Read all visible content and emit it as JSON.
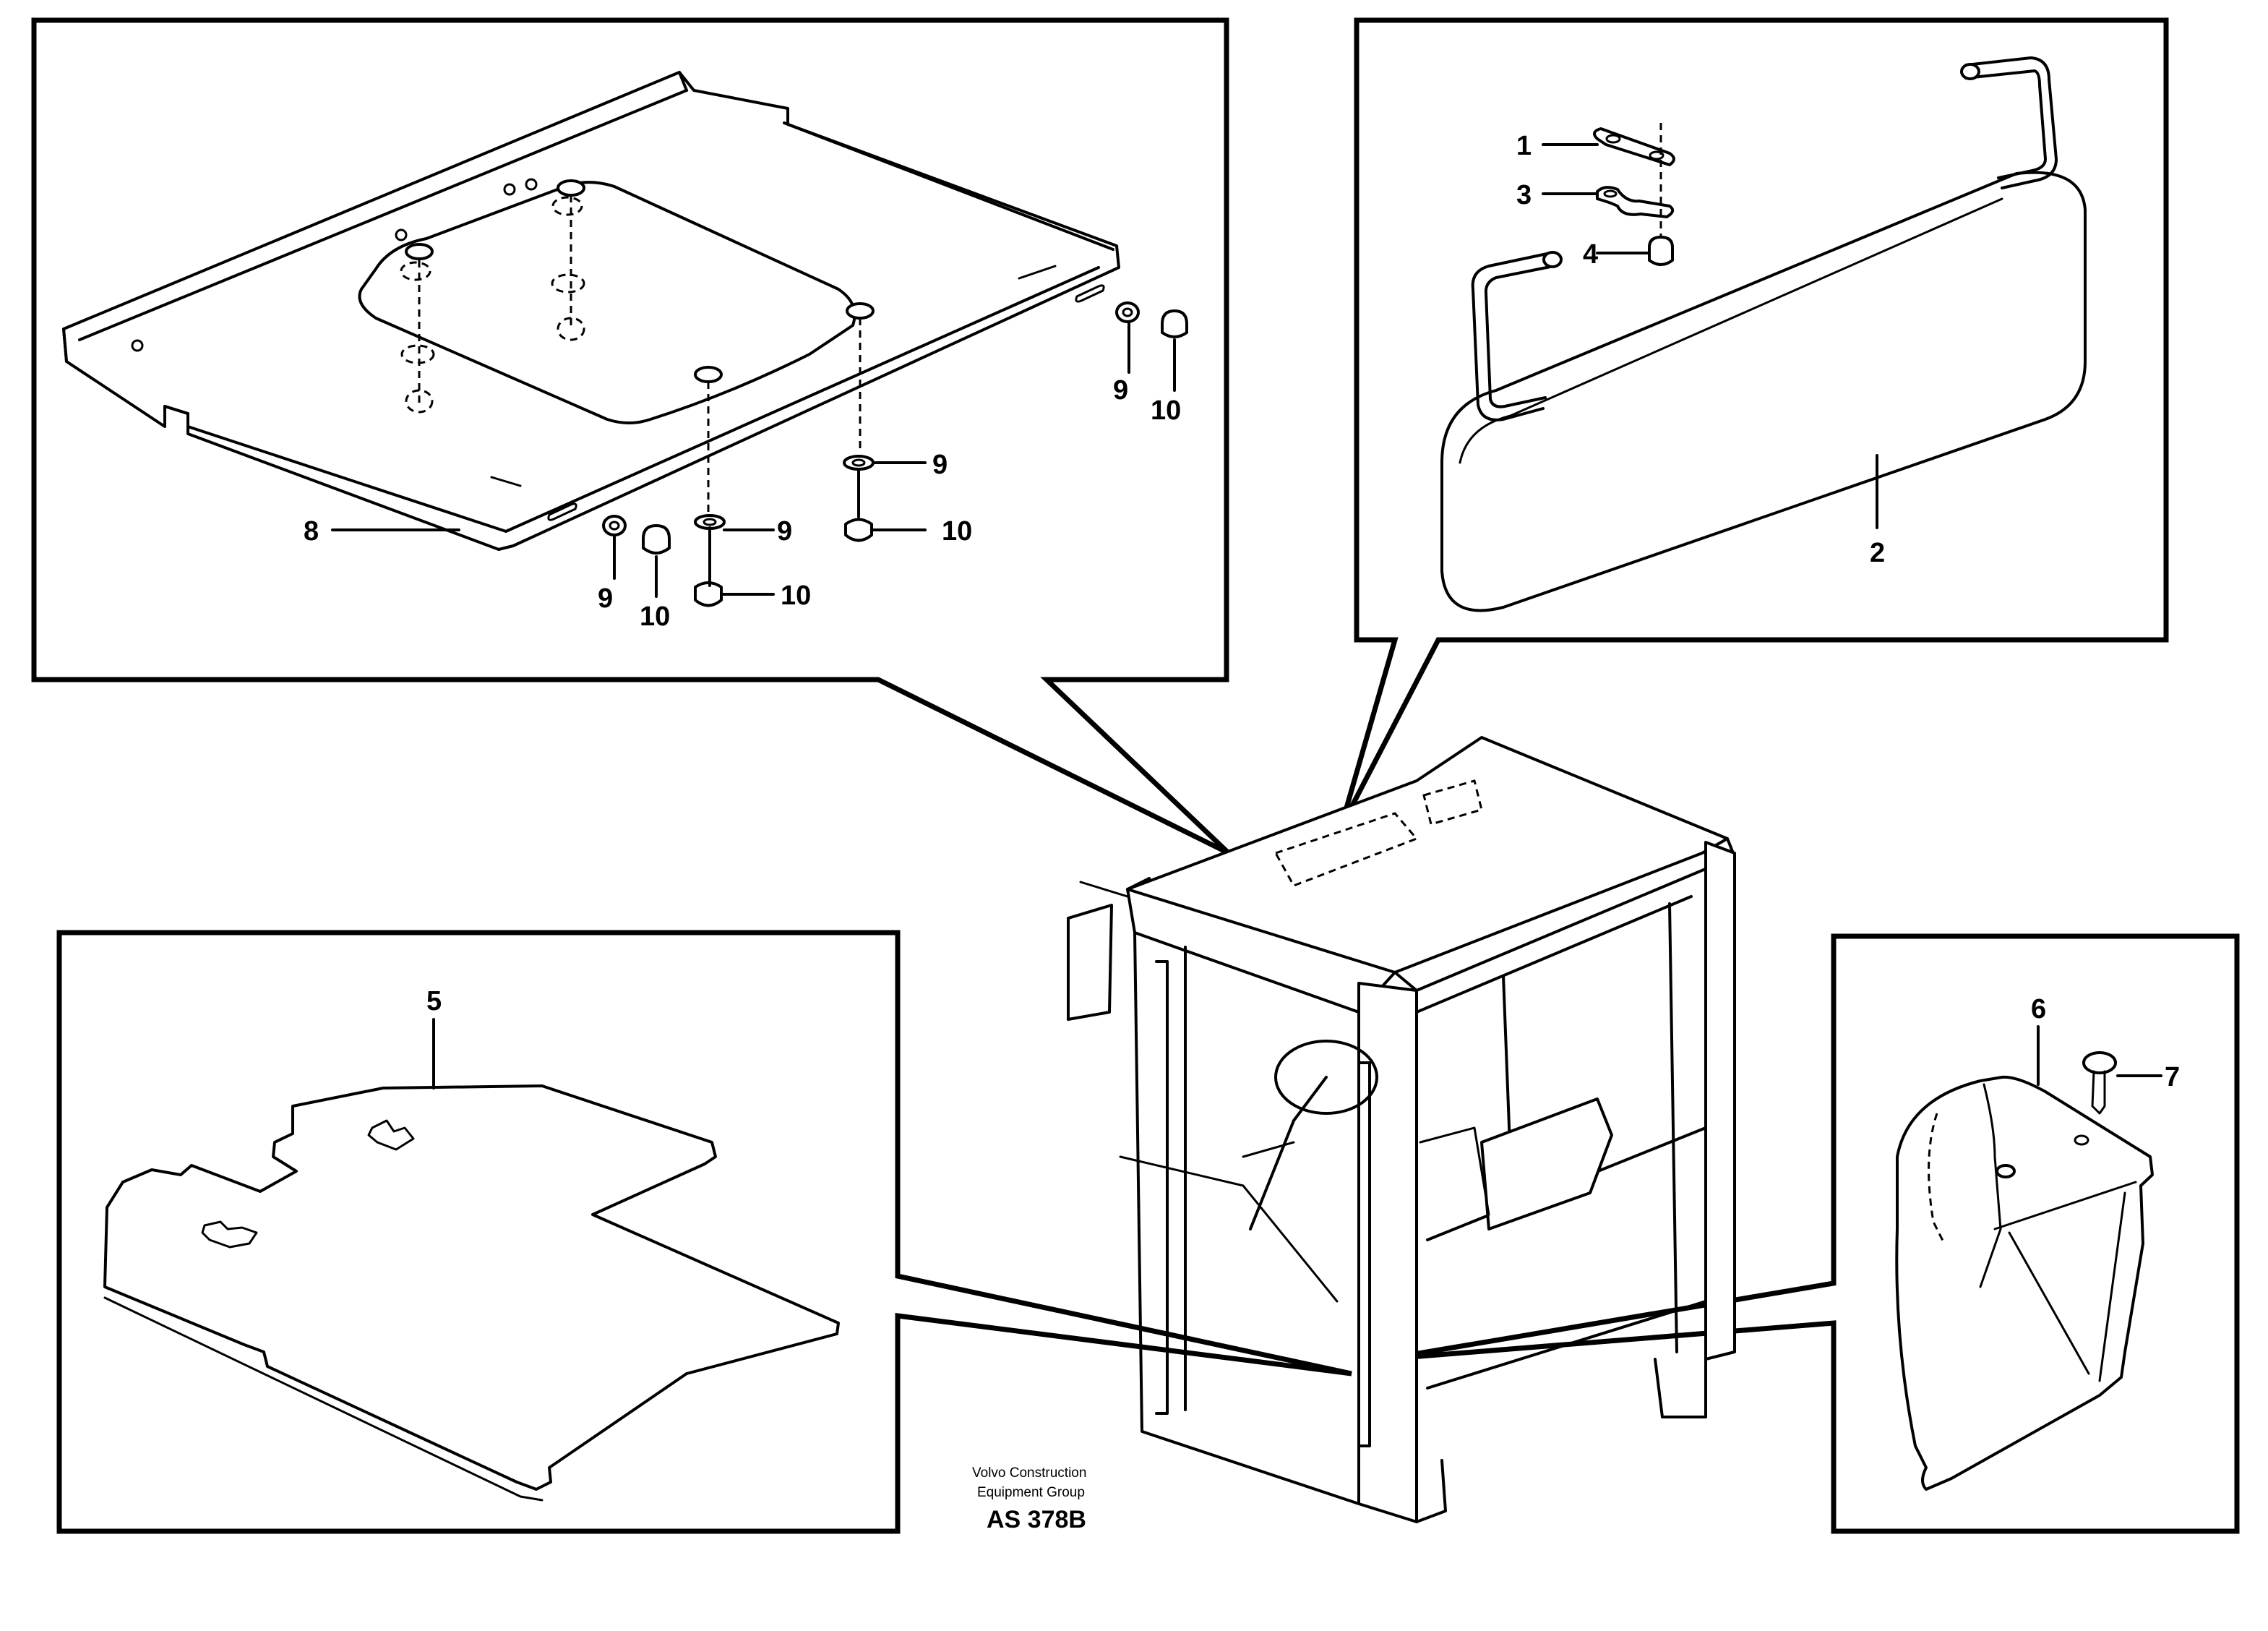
{
  "figure": {
    "publisher_line1": "Volvo Construction",
    "publisher_line2": "Equipment Group",
    "drawing_code": "AS 378B"
  },
  "callouts": {
    "c1": "1",
    "c2": "2",
    "c3": "3",
    "c4": "4",
    "c5": "5",
    "c6": "6",
    "c7": "7",
    "c8": "8",
    "c9": "9",
    "c10": "10"
  },
  "panels": [
    "roof-panel-detail",
    "sun-visor-detail",
    "floor-mat-detail",
    "cover-detail",
    "cab-overview"
  ]
}
